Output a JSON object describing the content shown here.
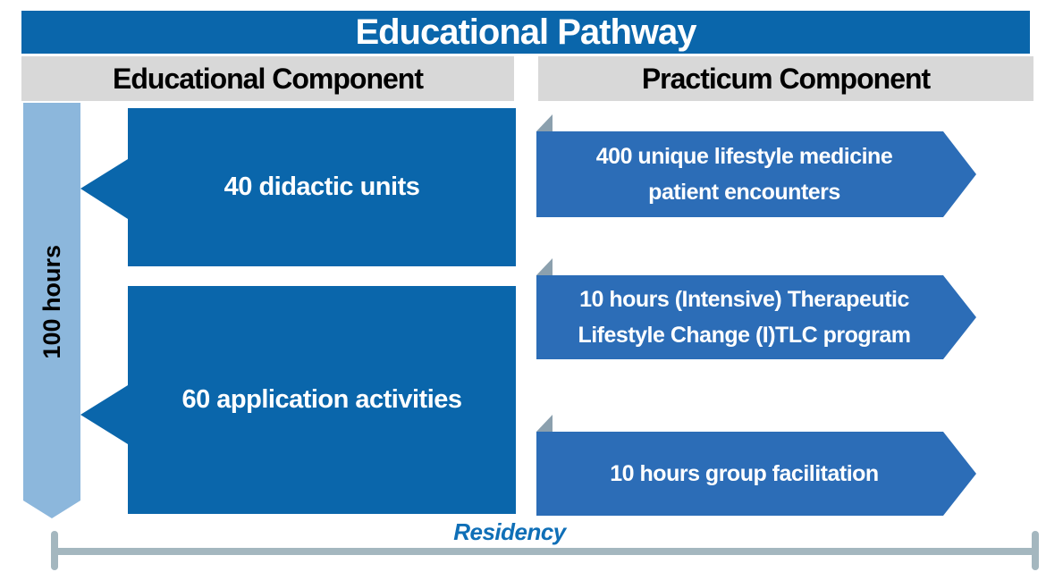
{
  "title": "Educational Pathway",
  "columns": {
    "left": "Educational Component",
    "right": "Practicum Component"
  },
  "hours_label": "100 hours",
  "educational_items": [
    {
      "label": "40 didactic units"
    },
    {
      "label": "60 application activities"
    }
  ],
  "practicum_items": [
    {
      "line1": "400 unique lifestyle medicine",
      "line2": "patient encounters"
    },
    {
      "line1": "10 hours (Intensive) Therapeutic",
      "line2": "Lifestyle Change (I)TLC program"
    },
    {
      "line1": "10 hours group facilitation"
    }
  ],
  "residency_label": "Residency",
  "colors": {
    "banner_blue": "#0a66ab",
    "arrow_blue": "#2c6db7",
    "light_blue": "#8cb7dc",
    "header_gray": "#d8d8d8",
    "corner_gray": "#8ba0ae",
    "timeline_gray": "#a4b7bf",
    "residency_text_blue": "#0f6fb7"
  }
}
